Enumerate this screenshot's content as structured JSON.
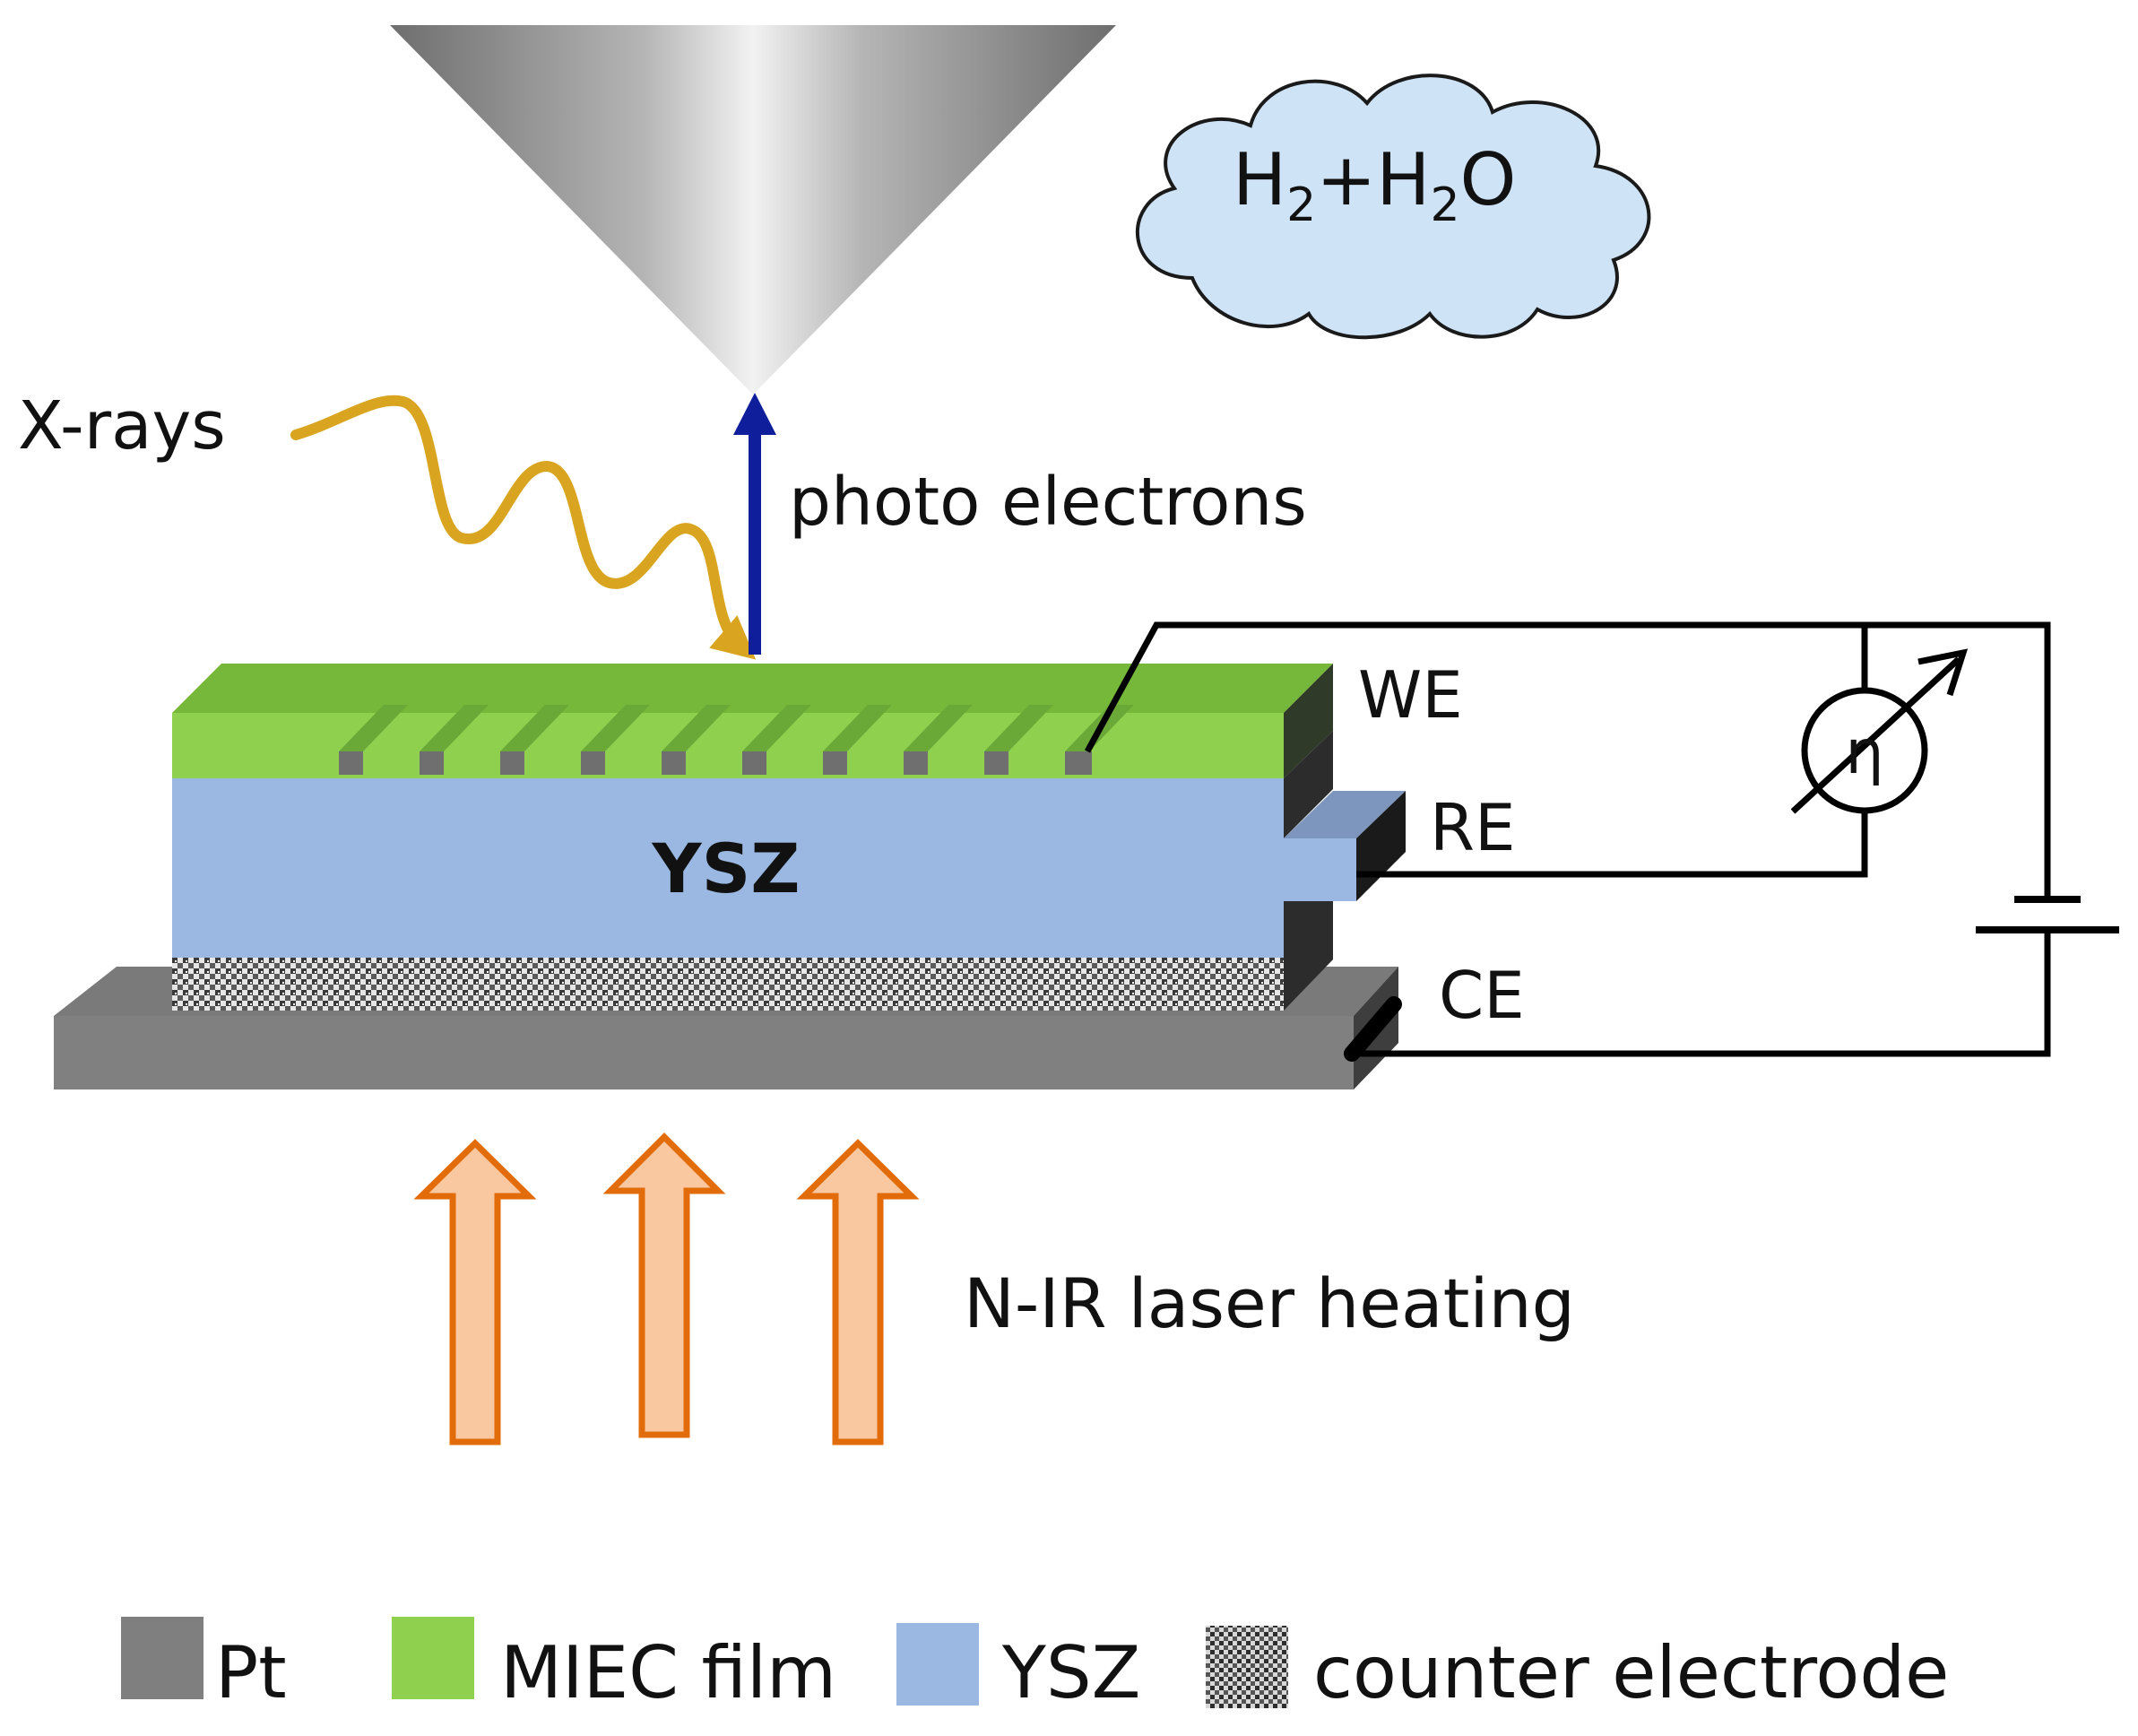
{
  "labels": {
    "gas_h2": "H",
    "gas_sub1": "2",
    "gas_mid": "+H",
    "gas_sub2": "2",
    "gas_o": "O",
    "xrays": "X-rays",
    "photo_electrons": "photo electrons",
    "we": "WE",
    "re": "RE",
    "ce": "CE",
    "ysz": "YSZ",
    "eta": "η",
    "laser": "N-IR laser heating"
  },
  "legend": [
    {
      "label": "Pt",
      "color": "#7f7f7f",
      "pattern": false
    },
    {
      "label": "MIEC film",
      "color": "#8fd14f",
      "pattern": false
    },
    {
      "label": "YSZ",
      "color": "#9ab8e2",
      "pattern": false
    },
    {
      "label": "counter electrode",
      "color": "#4a4a4a",
      "pattern": true
    }
  ],
  "colors": {
    "pt": "#7f7f7f",
    "miec": "#8fd14f",
    "ysz": "#9ab8e2",
    "cloud": "#cfe3f7",
    "xray_wave": "#d9a520",
    "electron_arrow": "#0f1f9c",
    "laser_arrow_fill": "#f9c8a0",
    "laser_arrow_stroke": "#e36c0a",
    "wire": "#000000"
  }
}
